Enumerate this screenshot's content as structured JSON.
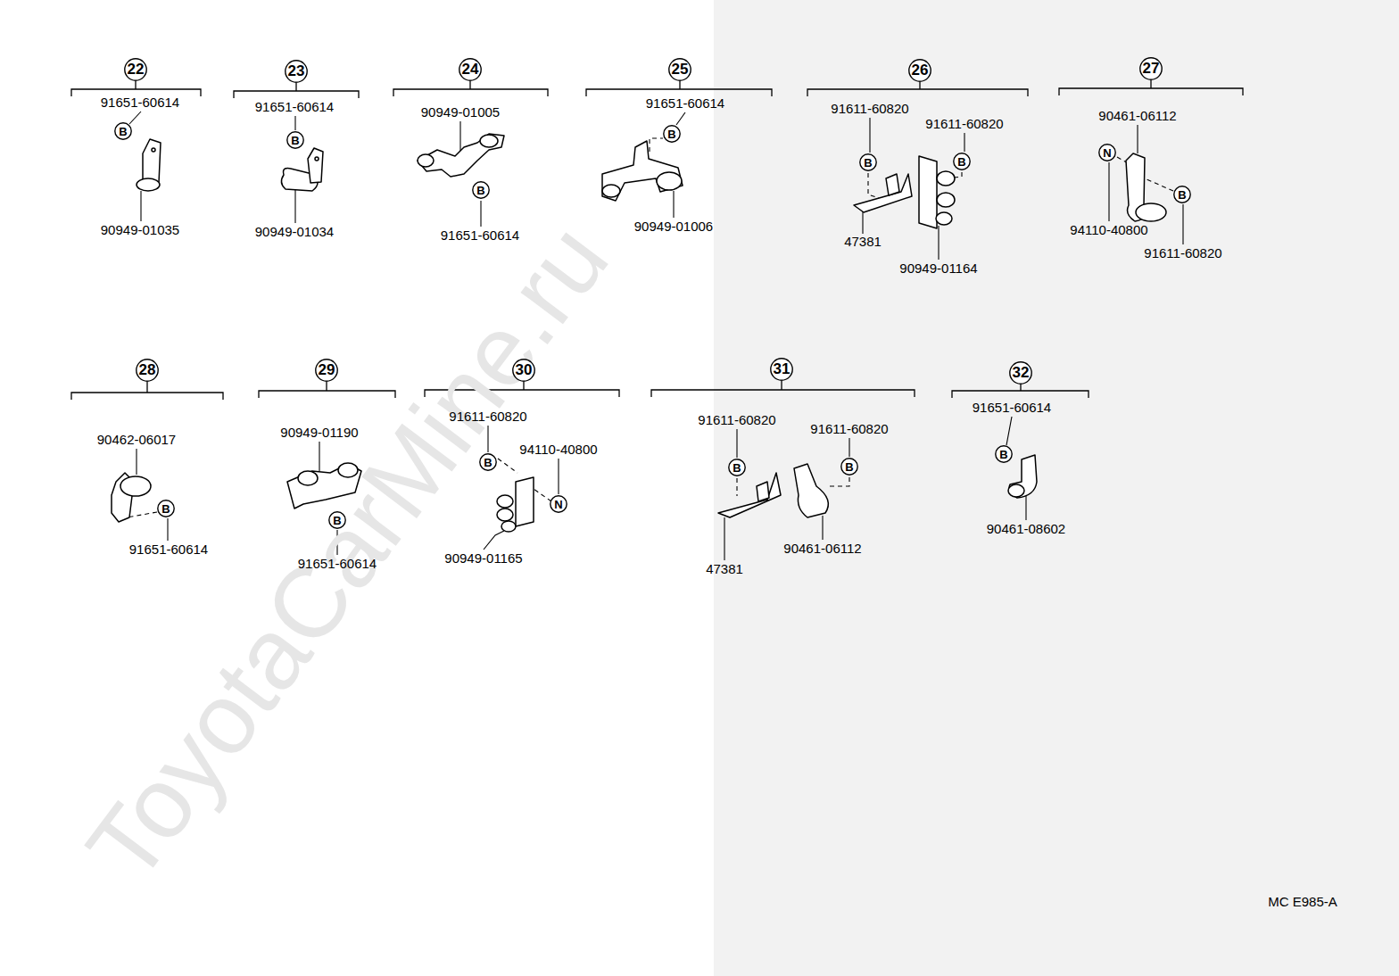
{
  "diagram": {
    "nodes": [
      {
        "text": [
          "22"
        ]
      },
      {
        "text": [
          "B"
        ]
      },
      {
        "text": [
          "23"
        ]
      },
      {
        "text": [
          "B"
        ]
      },
      {
        "text": [
          "24"
        ]
      },
      {
        "text": [
          "B"
        ]
      },
      {
        "text": [
          "25"
        ]
      },
      {
        "text": [
          "B"
        ]
      },
      {
        "text": [
          "26"
        ]
      },
      {
        "text": [
          "B"
        ]
      },
      {
        "text": [
          "B"
        ]
      },
      {
        "text": [
          "27"
        ]
      },
      {
        "text": [
          "N"
        ]
      },
      {
        "text": [
          "B"
        ]
      },
      {
        "text": [
          "28"
        ]
      },
      {
        "text": [
          "B"
        ]
      },
      {
        "text": [
          "29"
        ]
      },
      {
        "text": [
          "B"
        ]
      },
      {
        "text": [
          "30"
        ]
      },
      {
        "text": [
          "B"
        ]
      },
      {
        "text": [
          "N"
        ]
      },
      {
        "text": [
          "31"
        ]
      },
      {
        "text": [
          "B"
        ]
      },
      {
        "text": [
          "B"
        ]
      },
      {
        "text": [
          "32"
        ]
      },
      {
        "text": [
          "B"
        ]
      }
    ],
    "labels": [
      "91651-60614",
      "90949-01035",
      "91651-60614",
      "90949-01034",
      "90949-01005",
      "91651-60614",
      "91651-60614",
      "90949-01006",
      "91611-60820",
      "91611-60820",
      "47381",
      "90949-01164",
      "90461-06112",
      "94110-40800",
      "91611-60820",
      "90462-06017",
      "91651-60614",
      "90949-01190",
      "91651-60614",
      "91611-60820",
      "94110-40800",
      "90949-01165",
      "91611-60820",
      "91611-60820",
      "47381",
      "90461-06112",
      "91651-60614",
      "90461-08602",
      "MC E985-A",
      "ToyotaCarMine.ru"
    ]
  }
}
